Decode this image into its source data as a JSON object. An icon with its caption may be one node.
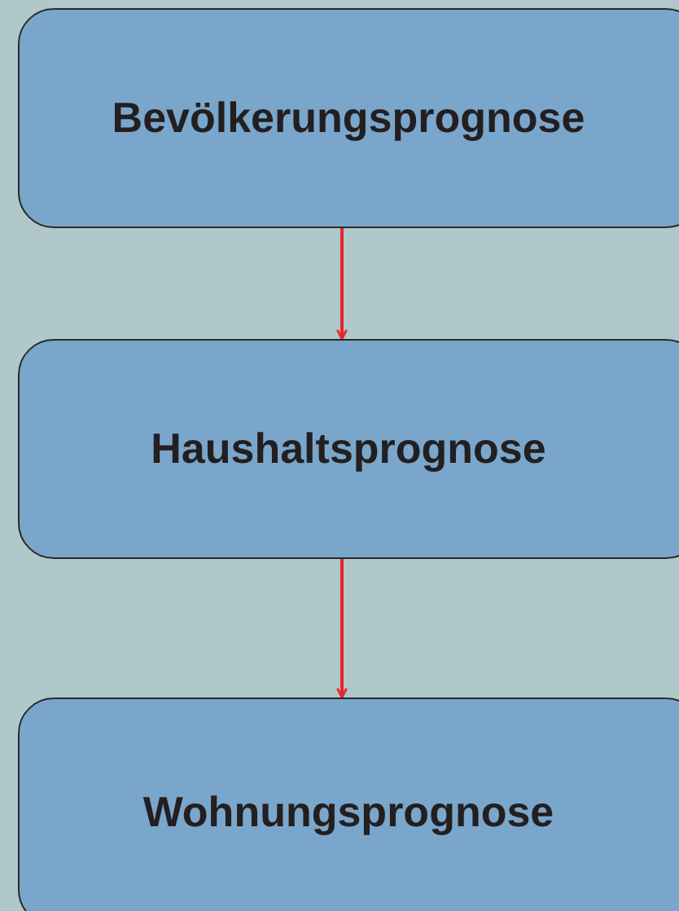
{
  "diagram": {
    "nodes": [
      {
        "text": [
          "Bevölkerungsprognose"
        ]
      },
      {
        "text": [
          "Haushaltsprognose"
        ]
      },
      {
        "text": [
          "Wohnungsprognose"
        ]
      }
    ],
    "edges": [
      {
        "from": 0,
        "to": 1,
        "arrow": "to"
      },
      {
        "from": 1,
        "to": 2,
        "arrow": "to"
      }
    ]
  }
}
